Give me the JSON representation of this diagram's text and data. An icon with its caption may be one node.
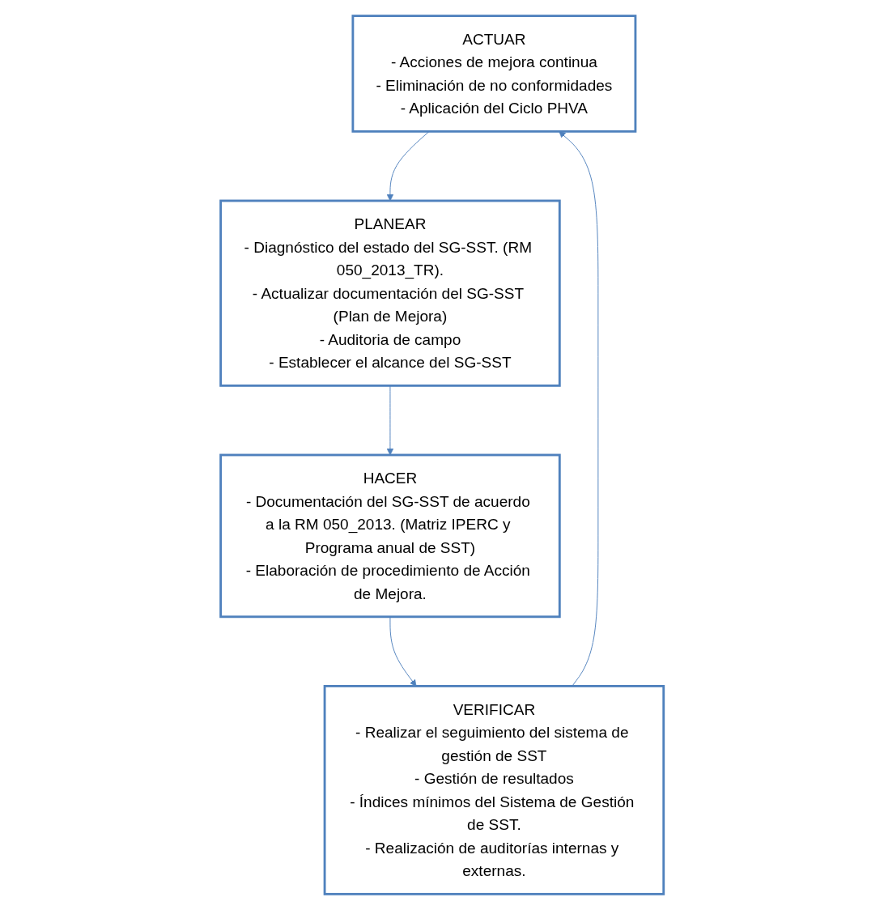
{
  "diagram": {
    "nodes": [
      {
        "text": [
          "ACTUAR",
          "- Acciones de mejora continua",
          "- Eliminación de no conformidades",
          "- Aplicación del Ciclo PHVA"
        ]
      },
      {
        "text": [
          "PLANEAR",
          "- Diagnóstico del estado del SG-SST. (RM 050_2013_TR).",
          "- Actualizar documentación del SG-SST (Plan de Mejora)",
          "- Auditoria de campo",
          "- Establecer el alcance del SG-SST"
        ]
      },
      {
        "text": [
          "VERIFICAR",
          "- Realizar el seguimiento del sistema de gestión de SST",
          "- Gestión de resultados",
          "- Índices mínimos del Sistema de Gestión de SST.",
          "- Realización de auditorías internas y externas."
        ]
      },
      {
        "text": [
          "HACER",
          "- Documentación del SG-SST de acuerdo a la RM 050_2013. (Matriz IPERC y Programa anual de SST)",
          "- Elaboración de procedimiento de Acción de Mejora."
        ]
      }
    ],
    "edges": [
      {
        "from": 0,
        "to": 1,
        "arrow": "to"
      },
      {
        "from": 1,
        "to": 3,
        "arrow": "to"
      },
      {
        "from": 3,
        "to": 2,
        "arrow": "to"
      },
      {
        "from": 2,
        "to": 0,
        "arrow": "to"
      }
    ]
  }
}
